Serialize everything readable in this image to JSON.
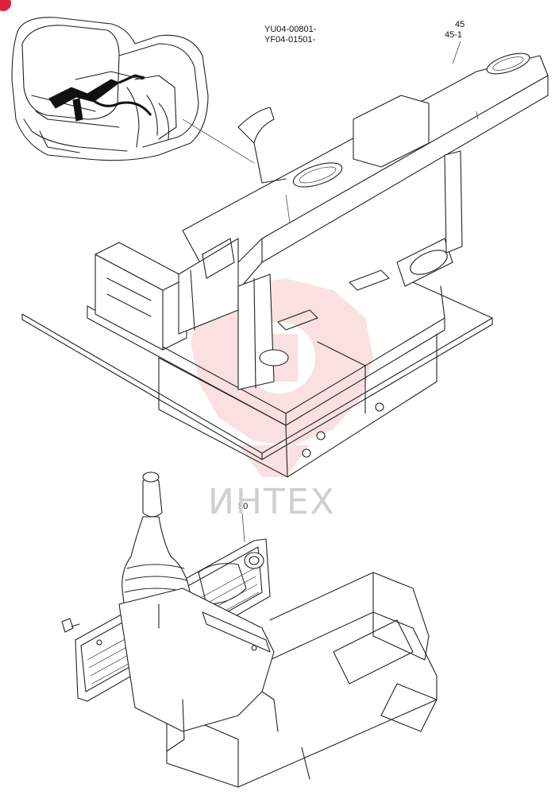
{
  "codes": {
    "line1": "YU04-00801-",
    "line2": "YF04-01501-"
  },
  "callouts": {
    "c45": "45",
    "c45_1": "45-1",
    "c50": "50"
  },
  "watermark": {
    "text": "ИНТЕХ",
    "color": "#f3b8b8"
  },
  "accent_color": "#e0203a"
}
